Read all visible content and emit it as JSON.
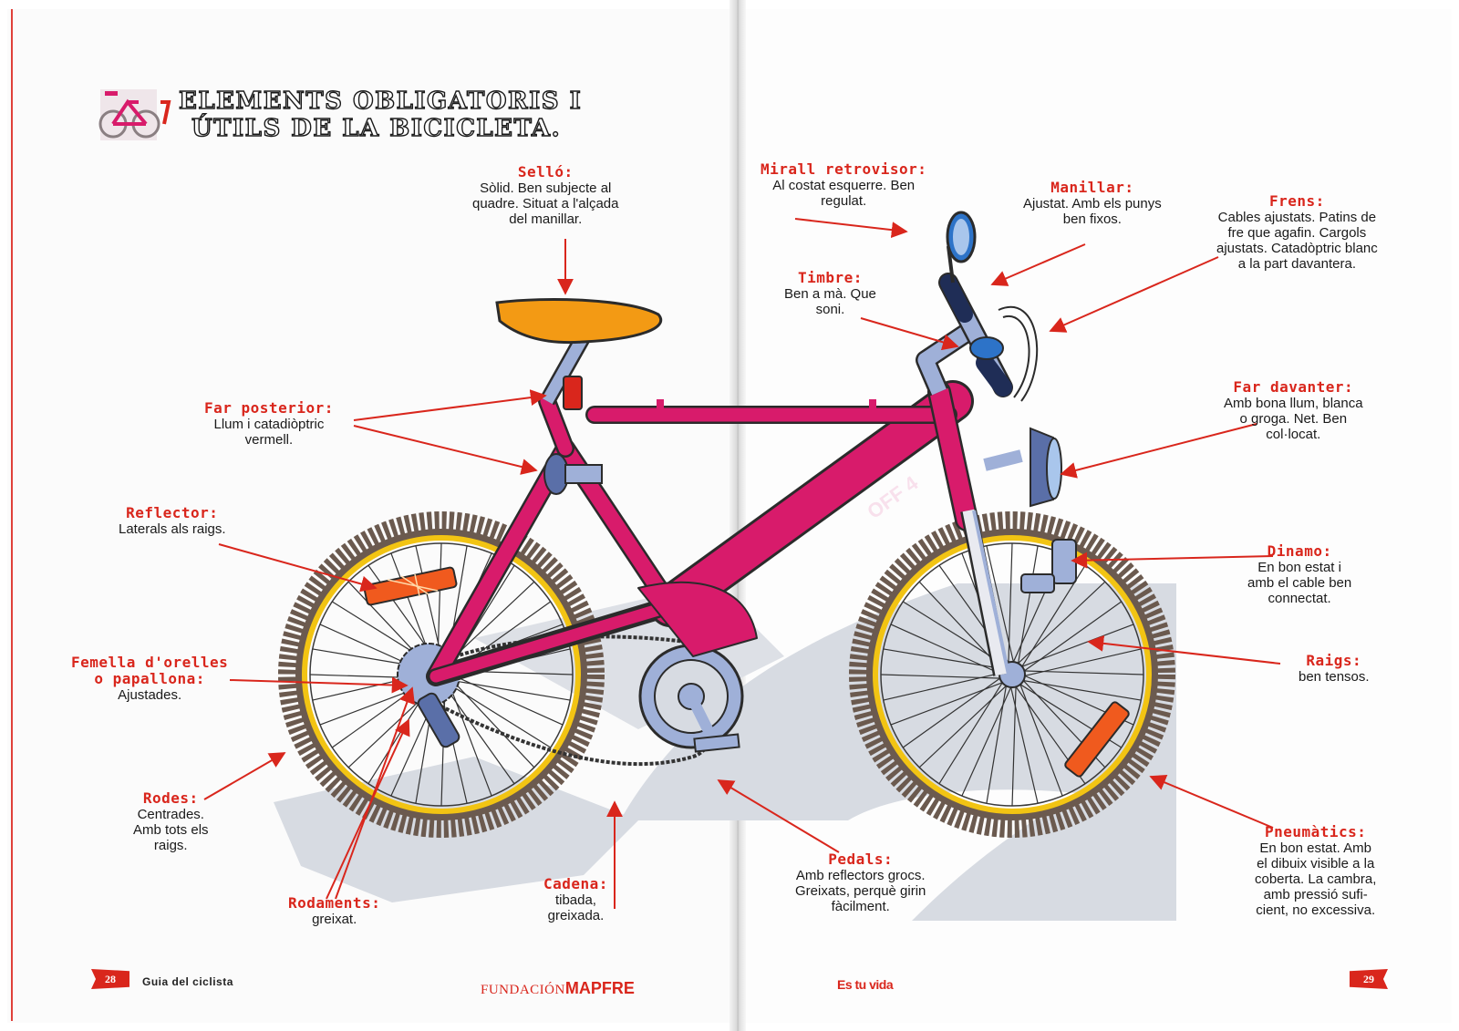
{
  "title": {
    "line1": "ELEMENTS OBLIGATORIS I",
    "line2": "ÚTILS DE LA BICICLETA.",
    "chapter_number": "7"
  },
  "frame_text": "OFF 4",
  "labels": {
    "sello": {
      "title": "Selló:",
      "desc": [
        "Sòlid. Ben subjecte al",
        "quadre. Situat a l'alçada",
        "del manillar."
      ]
    },
    "mirall": {
      "title": "Mirall retrovisor:",
      "desc": [
        "Al costat  esquerre. Ben",
        "regulat."
      ]
    },
    "manillar": {
      "title": "Manillar:",
      "desc": [
        "Ajustat. Amb els punys",
        "ben fixos."
      ]
    },
    "frens": {
      "title": "Frens:",
      "desc": [
        "Cables ajustats. Patins de",
        "fre que agafin. Cargols",
        "ajustats. Catadòptric blanc",
        "a la part davantera."
      ]
    },
    "timbre": {
      "title": "Timbre:",
      "desc": [
        "Ben a mà. Que",
        "soni."
      ]
    },
    "far_posterior": {
      "title": "Far posterior:",
      "desc": [
        "Llum i catadiòptric",
        "vermell."
      ]
    },
    "far_davanter": {
      "title": "Far davanter:",
      "desc": [
        "Amb bona llum, blanca",
        "o groga. Net. Ben",
        "col·locat."
      ]
    },
    "reflector": {
      "title": "Reflector:",
      "desc": [
        "Laterals als raigs."
      ]
    },
    "dinamo": {
      "title": "Dinamo:",
      "desc": [
        "En bon estat i",
        "amb el cable ben",
        "connectat."
      ]
    },
    "femella": {
      "title": "Femella d'orelles\no papallona:",
      "desc": [
        "Ajustades."
      ]
    },
    "raigs": {
      "title": "Raigs:",
      "desc": [
        "ben tensos."
      ]
    },
    "rodes": {
      "title": "Rodes:",
      "desc": [
        "Centrades.",
        "Amb tots els",
        "raigs."
      ]
    },
    "pneumatics": {
      "title": "Pneumàtics:",
      "desc": [
        "En bon estat. Amb",
        "el dibuix visible a la",
        "coberta. La cambra,",
        "amb pressió sufi-",
        "cient, no excessiva."
      ]
    },
    "pedals": {
      "title": "Pedals:",
      "desc": [
        "Amb reflectors grocs.",
        "Greixats, perquè girin",
        "fàcilment."
      ]
    },
    "cadena": {
      "title": "Cadena:",
      "desc": [
        "tibada,",
        "greixada."
      ]
    },
    "rodaments": {
      "title": "Rodaments:",
      "desc": [
        "greixat."
      ]
    }
  },
  "footer": {
    "left_page_number": "28",
    "left_running_title": "Guia del ciclista",
    "publisher_prefix": "FUNDACIÓN",
    "publisher_name": "MAPFRE",
    "campaign_logo": "Es tu vida",
    "right_page_number": "29"
  },
  "colors": {
    "frame": "#d81b6b",
    "saddle": "#f39a14",
    "rim": "#f2c413",
    "tire": "#6b5a4f",
    "reflector": "#f05a1e",
    "accent_red": "#d9261c",
    "parts": "#9fb0d8",
    "shadow": "#d7dbe2"
  },
  "icons": [
    "bicycle-thumbnail-icon",
    "arrow-icon"
  ]
}
